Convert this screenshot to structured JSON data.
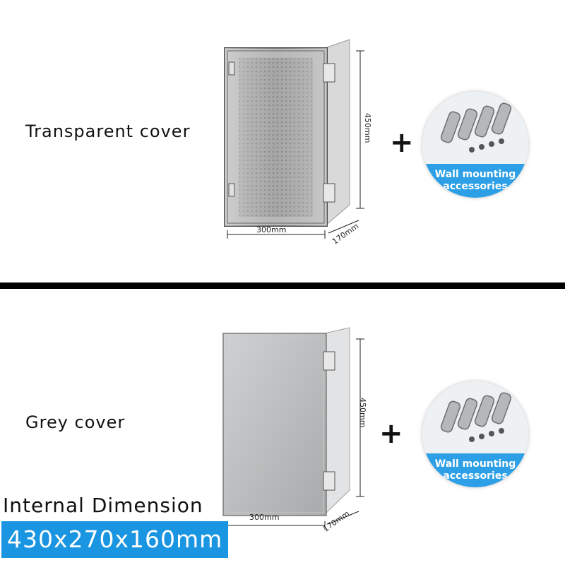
{
  "variants": [
    {
      "label": "Transparent cover",
      "height_label": "450mm",
      "width_label": "300mm",
      "depth_label": "170mm",
      "accessory_label_line1": "Wall mounting",
      "accessory_label_line2": "accessories",
      "plus": "+"
    },
    {
      "label": "Grey cover",
      "height_label": "450mm",
      "width_label": "300mm",
      "depth_label": "170mm",
      "accessory_label_line1": "Wall mounting",
      "accessory_label_line2": "accessories",
      "plus": "+"
    }
  ],
  "internal_dimension": {
    "title": "Internal Dimension",
    "value": "430x270x160mm"
  },
  "colors": {
    "accent_blue": "#1a95e2",
    "divider": "#000000"
  }
}
